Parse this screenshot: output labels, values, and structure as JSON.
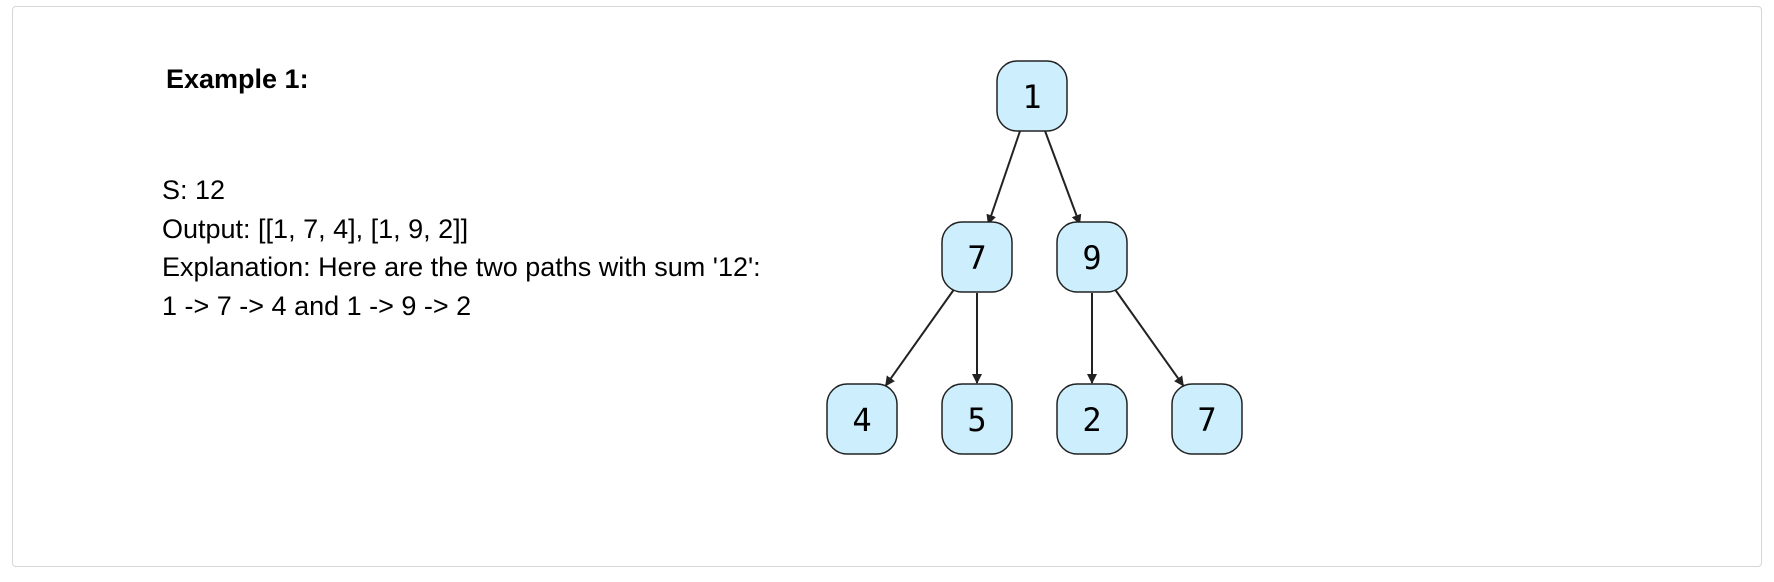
{
  "example": {
    "title": "Example 1:",
    "lines": [
      "S: 12",
      "Output: [[1, 7, 4], [1, 9, 2]]",
      "Explanation: Here are the two paths with sum '12':",
      "1 -> 7 -> 4 and 1 -> 9 -> 2"
    ]
  },
  "tree": {
    "node_fill": "#cdeefc",
    "node_stroke": "#222222",
    "edge_color": "#222222",
    "nodes": [
      {
        "id": "root",
        "label": "1"
      },
      {
        "id": "left",
        "label": "7"
      },
      {
        "id": "right",
        "label": "9"
      },
      {
        "id": "left-left",
        "label": "4"
      },
      {
        "id": "left-right",
        "label": "5"
      },
      {
        "id": "right-left",
        "label": "2"
      },
      {
        "id": "right-right",
        "label": "7"
      }
    ],
    "edges": [
      {
        "from": "root",
        "to": "left"
      },
      {
        "from": "root",
        "to": "right"
      },
      {
        "from": "left",
        "to": "left-left"
      },
      {
        "from": "left",
        "to": "left-right"
      },
      {
        "from": "right",
        "to": "right-left"
      },
      {
        "from": "right",
        "to": "right-right"
      }
    ]
  }
}
